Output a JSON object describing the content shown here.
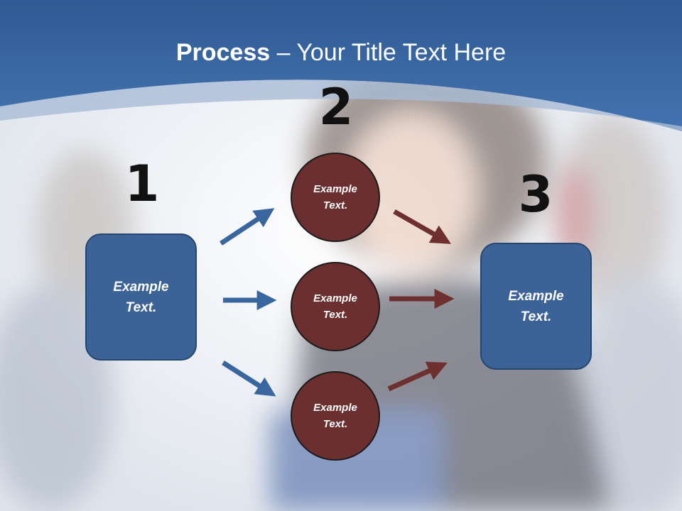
{
  "slide": {
    "title_bold": "Process",
    "title_rest": " – Your Title Text Here"
  },
  "steps": {
    "one": {
      "number": "1",
      "text": "Example Text."
    },
    "two": {
      "number": "2",
      "circles": [
        "Example Text.",
        "Example Text.",
        "Example Text."
      ]
    },
    "three": {
      "number": "3",
      "text": "Example Text."
    }
  },
  "colors": {
    "header_blue": "#3a66a0",
    "box_blue": "#3b6397",
    "circle_maroon": "#6b2f2f",
    "arrow_blue": "#3a66a0",
    "arrow_maroon": "#6e2f2f"
  }
}
